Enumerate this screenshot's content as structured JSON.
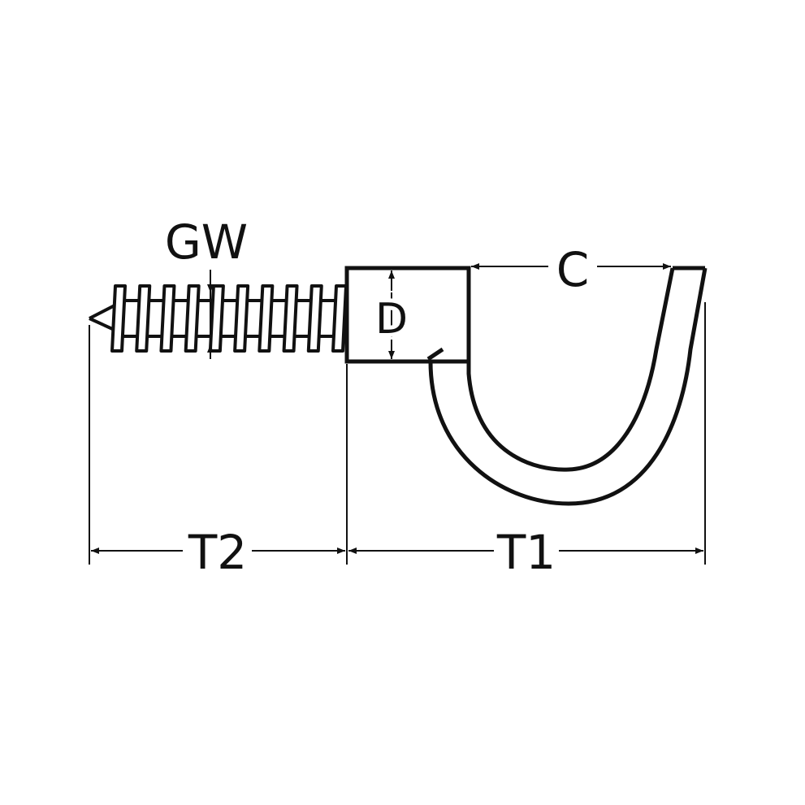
{
  "labels": {
    "gw": "GW",
    "d": "D",
    "c": "C",
    "t1": "T1",
    "t2": "T2"
  },
  "colors": {
    "line": "#111111",
    "background": "#ffffff"
  }
}
